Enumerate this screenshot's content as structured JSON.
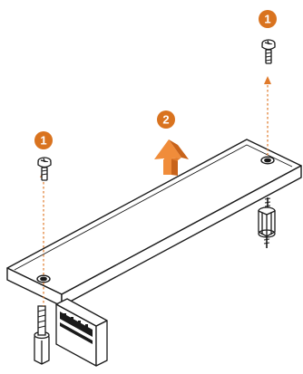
{
  "steps": {
    "screw_right": "1",
    "screw_left": "1",
    "remove_plate": "2"
  },
  "colors": {
    "badge": "#d9731f",
    "arrow": "#e07a2b",
    "guide": "#e07a2b",
    "outline": "#1a1a1a"
  },
  "icons": {
    "screw": "screw-icon",
    "standoff": "standoff-icon",
    "arrow": "up-arrow-icon"
  }
}
